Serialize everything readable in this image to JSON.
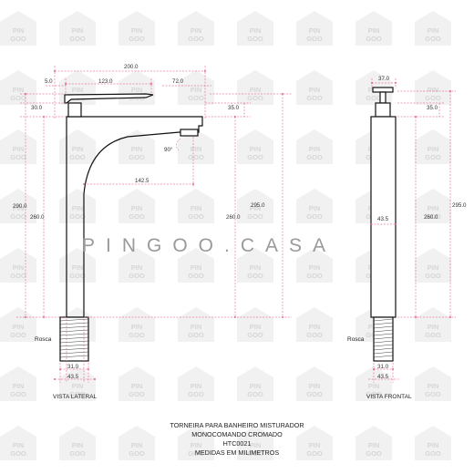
{
  "watermark": {
    "line1": "PIN",
    "line2": "GOO",
    "brand": "PINGOO.CASA"
  },
  "colors": {
    "dimension": "#e0446e",
    "outline": "#111111",
    "watermark": "#d6d6d6"
  },
  "side_view": {
    "label": "VISTA LATERAL",
    "thread_label": "Rosca",
    "dims": {
      "total_length": "200.0",
      "lever_length": "123.0",
      "lever_offset": "5.0",
      "spout_end": "72.0",
      "lever_height": "30.0",
      "head_height": "35.0",
      "angle": "90°",
      "spout_reach": "142.5",
      "height_290": "290.0",
      "height_260_left": "260.0",
      "height_260_right": "260.0",
      "height_295": "295.0",
      "thread_diameter": "31.0",
      "base_diameter": "43.5"
    }
  },
  "front_view": {
    "label": "VISTA FRONTAL",
    "thread_label": "Rosca",
    "dims": {
      "handle_width": "37.0",
      "head_height": "35.0",
      "body_width": "43.5",
      "height_260": "260.0",
      "height_295": "295.0",
      "thread_diameter": "31.0",
      "base_diameter": "43.5"
    }
  },
  "title": {
    "line1": "TORNEIRA PARA BANHEIRO MISTURADOR",
    "line2": "MONOCOMANDO CROMADO",
    "line3": "HTC0021",
    "line4": "MEDIDAS EM MILIMETROS"
  }
}
